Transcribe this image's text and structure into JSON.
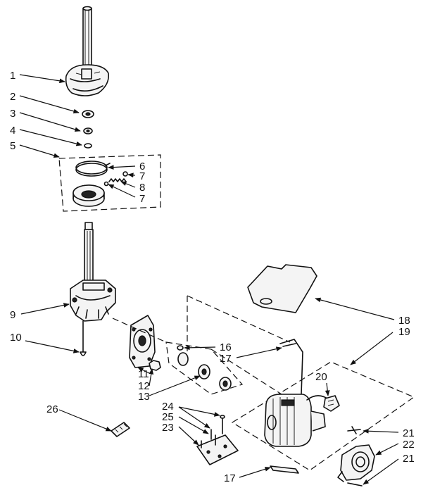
{
  "callouts": {
    "n1": "1",
    "n2": "2",
    "n3": "3",
    "n4": "4",
    "n5": "5",
    "n6": "6",
    "n7a": "7",
    "n7b": "7",
    "n8": "8",
    "n9": "9",
    "n10": "10",
    "n11": "11",
    "n12": "12",
    "n13": "13",
    "n16": "16",
    "n17a": "17",
    "n17b": "17",
    "n18": "18",
    "n19": "19",
    "n20": "20",
    "n21a": "21",
    "n21b": "21",
    "n22": "22",
    "n23": "23",
    "n24": "24",
    "n25": "25",
    "n26": "26"
  }
}
